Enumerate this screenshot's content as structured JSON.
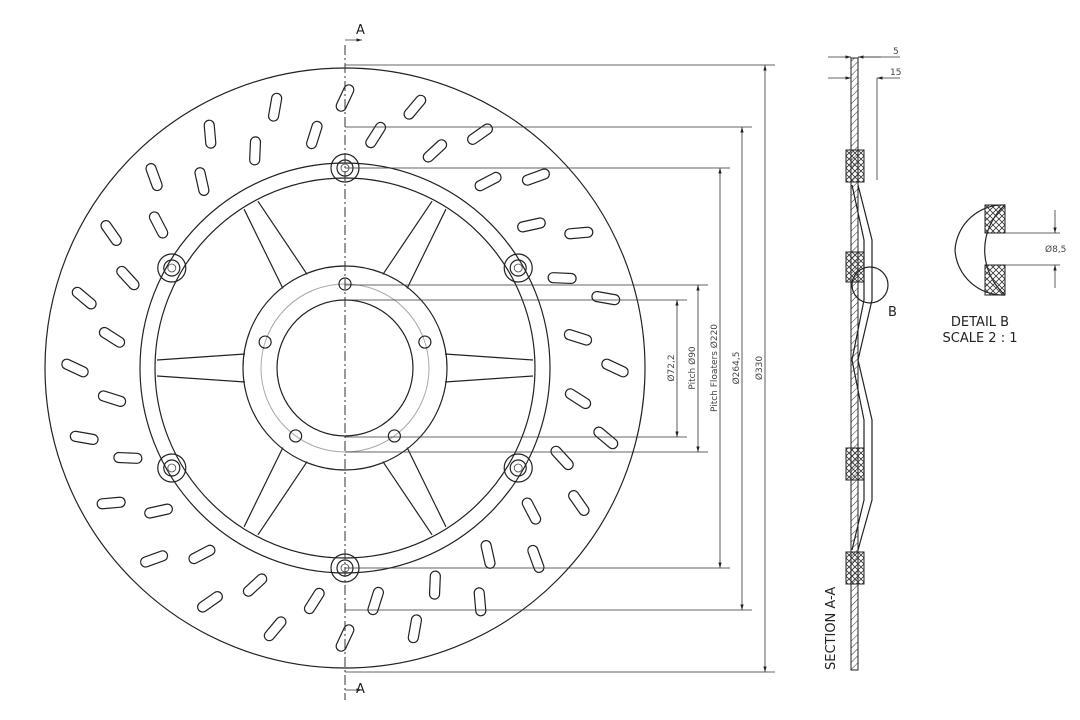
{
  "drawing": {
    "section_marker": "A",
    "dimensions": {
      "d330": "Ø330",
      "d264_5": "Ø264,5",
      "pitch_floaters": "Pitch Floaters Ø220",
      "pitch_90": "Pitch Ø90",
      "d72_2": "Ø72,2"
    },
    "section": {
      "label": "SECTION A-A",
      "dim_5": "5",
      "dim_15": "15",
      "detail_marker": "B"
    },
    "detail": {
      "title": "DETAIL B",
      "scale": "SCALE 2 : 1",
      "dim": "Ø8,5"
    }
  }
}
